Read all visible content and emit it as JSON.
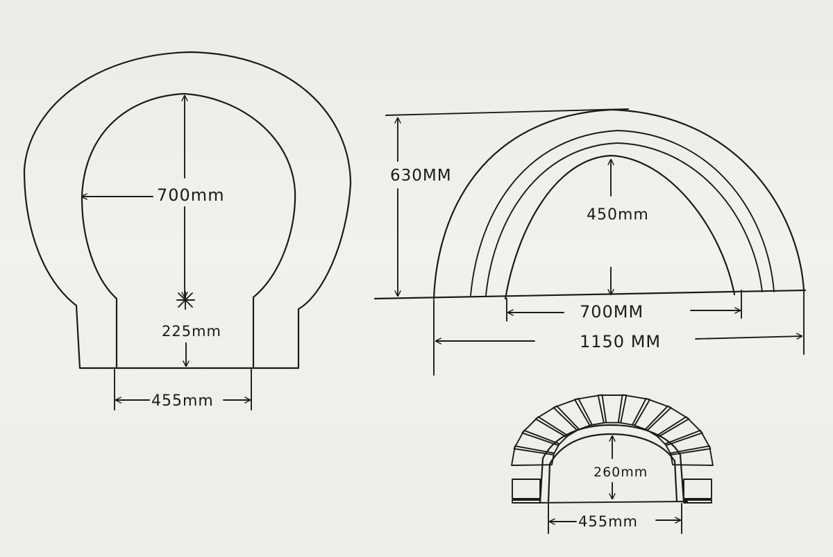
{
  "labels": {
    "front_inner_width": "700mm",
    "front_door_height": "225mm",
    "front_door_width": "455mm",
    "section_outer_height": "630MM",
    "section_inner_height": "450mm",
    "section_inner_width": "700MM",
    "section_outer_width": "1150 MM",
    "door_arch_height": "260mm",
    "door_arch_width": "455mm"
  }
}
